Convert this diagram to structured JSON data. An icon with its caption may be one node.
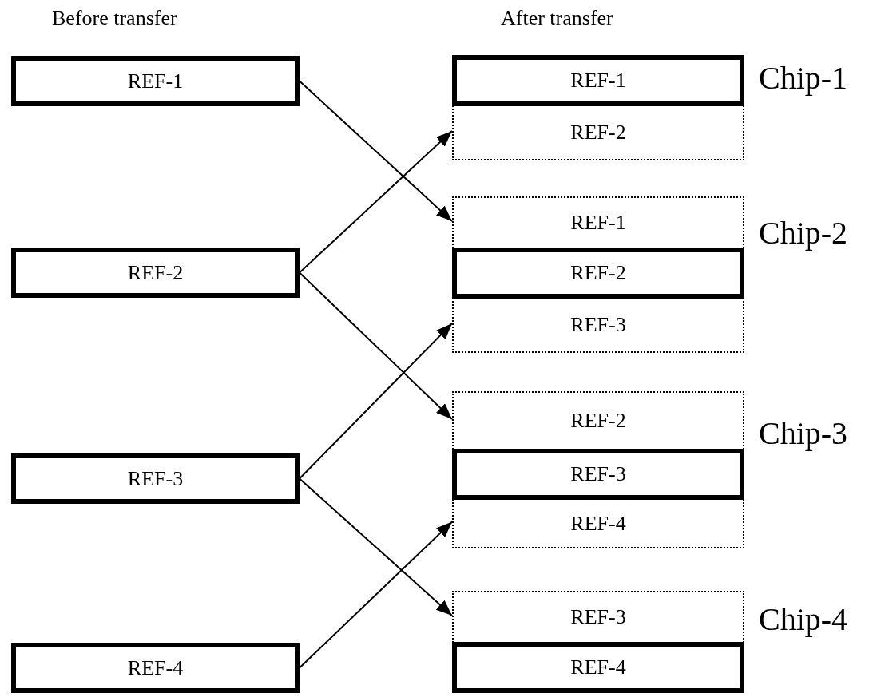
{
  "diagram": {
    "nodes": [
      {
        "text": [
          "REF-1"
        ]
      },
      {
        "text": [
          "REF-2"
        ]
      },
      {
        "text": [
          "REF-3"
        ]
      },
      {
        "text": [
          "REF-4"
        ]
      },
      {
        "text": [],
        "shape": "box",
        "beside": [
          "Chip-1"
        ]
      },
      {
        "text": [
          "REF-1"
        ],
        "in": 4
      },
      {
        "text": [
          "REF-2"
        ],
        "in": 4
      },
      {
        "text": [],
        "shape": "box",
        "beside": [
          "Chip-2"
        ]
      },
      {
        "text": [
          "REF-1"
        ],
        "in": 7
      },
      {
        "text": [
          "REF-2"
        ],
        "in": 7
      },
      {
        "text": [
          "REF-3"
        ],
        "in": 7
      },
      {
        "text": [],
        "shape": "box",
        "beside": [
          "Chip-3"
        ]
      },
      {
        "text": [
          "REF-2"
        ],
        "in": 11
      },
      {
        "text": [
          "REF-3"
        ],
        "in": 11
      },
      {
        "text": [
          "REF-4"
        ],
        "in": 11
      },
      {
        "text": [],
        "shape": "box",
        "beside": [
          "Chip-4"
        ]
      },
      {
        "text": [
          "REF-3"
        ],
        "in": 15
      },
      {
        "text": [
          "REF-4"
        ],
        "in": 15
      }
    ],
    "edges": [
      {
        "from": 0,
        "to": 8,
        "arrow": "to"
      },
      {
        "from": 1,
        "to": 6,
        "arrow": "to"
      },
      {
        "from": 1,
        "to": 12,
        "arrow": "to"
      },
      {
        "from": 2,
        "to": 10,
        "arrow": "to"
      },
      {
        "from": 2,
        "to": 16,
        "arrow": "to"
      },
      {
        "from": 3,
        "to": 14,
        "arrow": "to"
      }
    ],
    "labels": [
      "Before transfer",
      "After transfer"
    ]
  }
}
